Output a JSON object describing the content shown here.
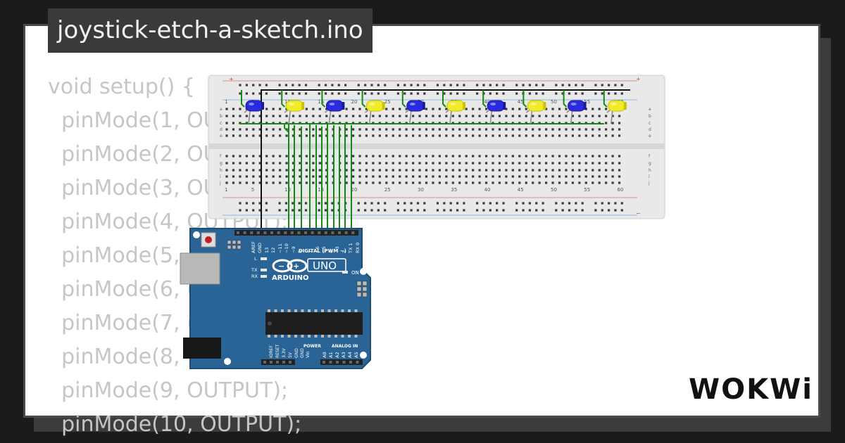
{
  "title": "joystick-etch-a-sketch.ino",
  "code_lines": [
    "void setup() {",
    "  pinMode(1, OU",
    "  pinMode(2, OU",
    "  pinMode(3, OU",
    "  pinMode(4, OUTPUT);",
    "  pinMode(5,",
    "  pinMode(6, (",
    "  pinMode(7, (",
    "  pinMode(8,",
    "  pinMode(9, OUTPUT);",
    "  pinMode(10, OUTPUT);"
  ],
  "breadboard": {
    "column_numbers": [
      "1",
      "5",
      "10",
      "15",
      "20",
      "25",
      "30",
      "35",
      "40",
      "45",
      "50",
      "55",
      "60"
    ],
    "row_letters_top": [
      "a",
      "b",
      "c",
      "d",
      "e"
    ],
    "row_letters_bottom": [
      "f",
      "g",
      "h",
      "i",
      "j"
    ],
    "rail_plus": "+",
    "rail_minus": "−"
  },
  "leds": [
    "blue",
    "yellow",
    "blue",
    "yellow",
    "blue",
    "yellow",
    "blue",
    "yellow",
    "blue",
    "yellow"
  ],
  "arduino": {
    "model": "UNO",
    "brand": "ARDUINO",
    "digital_header": "DIGITAL (PWM ~)",
    "digital_pins": [
      "AREF",
      "GND",
      "13",
      "12",
      "~11",
      "~10",
      "~9",
      "8",
      "7",
      "~6",
      "~5",
      "4",
      "~3",
      "2",
      "TX 1",
      "RX 0"
    ],
    "power_header": "POWER",
    "analog_header": "ANALOG IN",
    "power_pins": [
      "IOREF",
      "RESET",
      "3.3V",
      "5V",
      "GND",
      "GND",
      "Vin"
    ],
    "analog_pins": [
      "A0",
      "A1",
      "A2",
      "A3",
      "A4",
      "A5"
    ],
    "led_labels": [
      "L",
      "TX",
      "RX"
    ],
    "on_label": "ON"
  },
  "brand_logo": "WOKWi",
  "colors": {
    "background": "#1b1b1b",
    "card": "#ffffff",
    "board_blue": "#2a6496",
    "wire_green": "#138a13",
    "led_blue": "#2a2ae0",
    "led_yellow": "#f0ec2a"
  }
}
